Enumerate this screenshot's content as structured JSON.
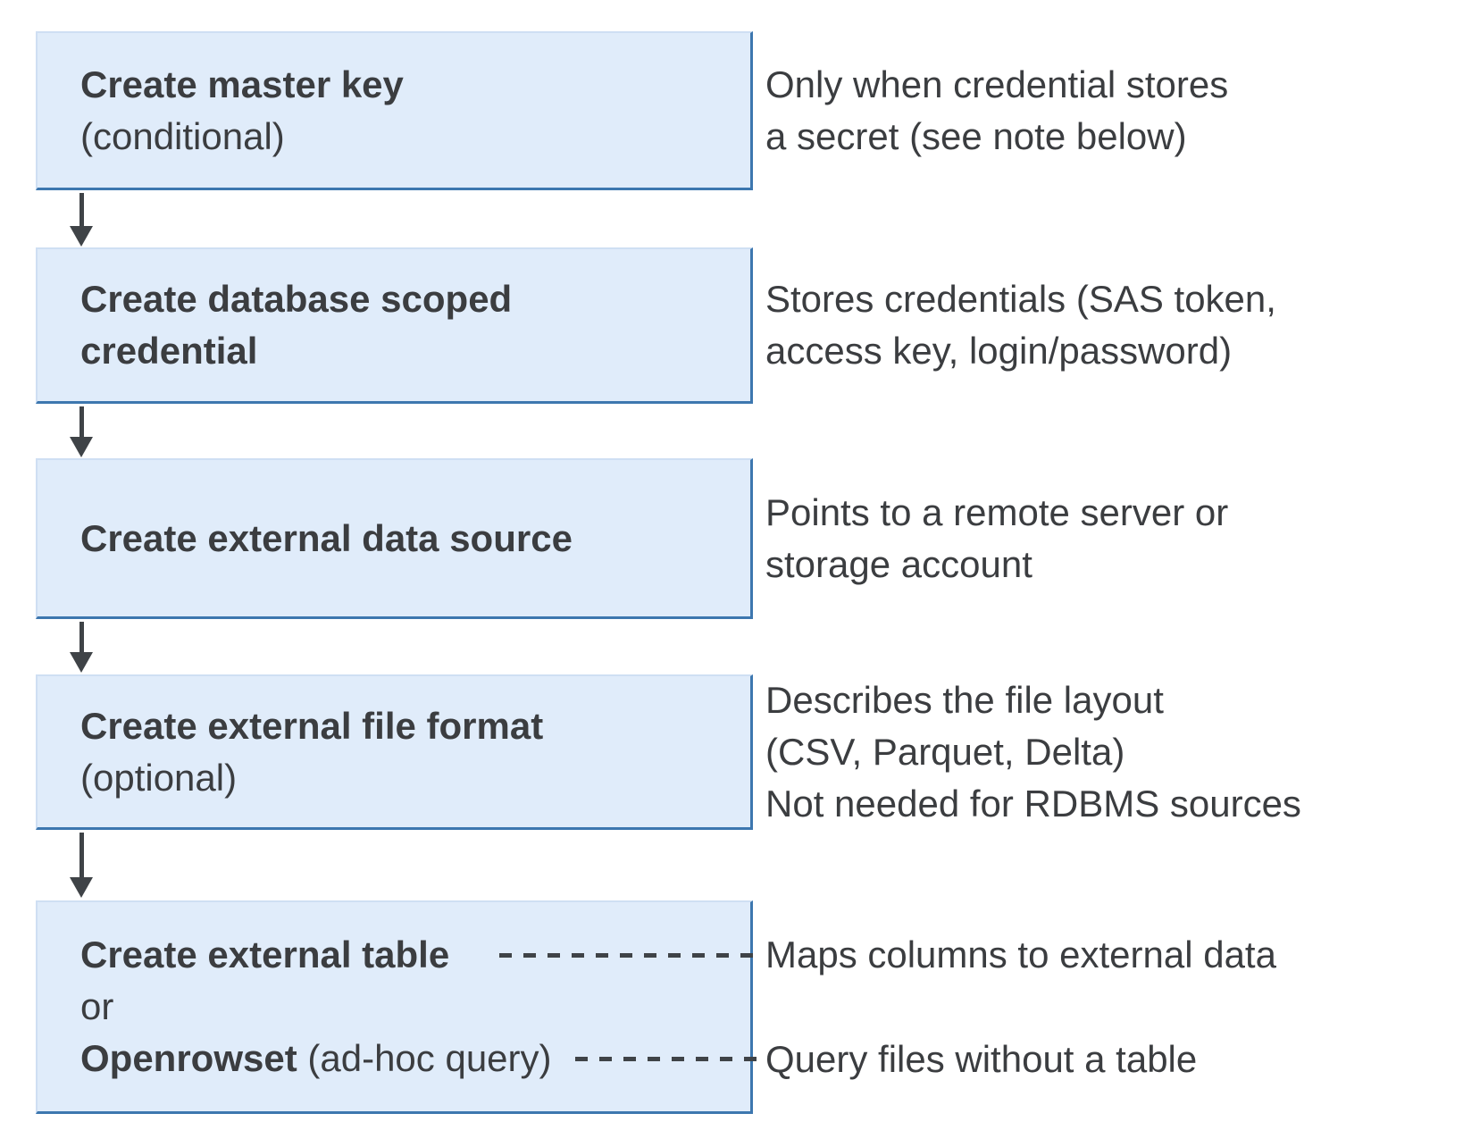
{
  "diagram": {
    "colors": {
      "box_fill": "#e0ecfa",
      "box_border": "#3d77af",
      "arrow": "#3f4347",
      "text": "#3b3d40"
    },
    "steps": [
      {
        "box_lines": [
          {
            "text": "Create master key",
            "bold": true
          },
          {
            "text": "(conditional)",
            "bold": false
          }
        ],
        "note_lines": [
          "Only when credential stores",
          "a secret (see note below)"
        ]
      },
      {
        "box_lines": [
          {
            "text": "Create database scoped",
            "bold": true
          },
          {
            "text": "credential",
            "bold": true
          }
        ],
        "note_lines": [
          "Stores credentials (SAS token,",
          "access key, login/password)"
        ]
      },
      {
        "box_lines": [
          {
            "text": "Create external data source",
            "bold": true
          }
        ],
        "note_lines": [
          "Points to a remote server or",
          "storage account"
        ]
      },
      {
        "box_lines": [
          {
            "text": "Create external file format",
            "bold": true
          },
          {
            "text": "(optional)",
            "bold": false
          }
        ],
        "note_lines": [
          "Describes the file layout",
          "(CSV, Parquet, Delta)",
          "Not needed for RDBMS sources"
        ]
      },
      {
        "option_a": {
          "title": "Create external table",
          "note": "Maps columns to external data"
        },
        "connector": "or",
        "option_b": {
          "title": "Openrowset",
          "suffix": " (ad-hoc query)",
          "note": "Query files without a table"
        }
      }
    ]
  }
}
